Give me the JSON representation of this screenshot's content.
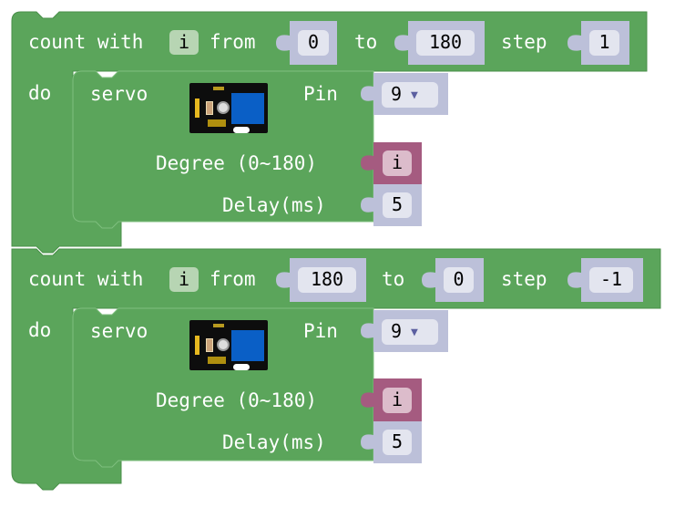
{
  "colors": {
    "loop_block": "#5ba55b",
    "loop_block_border": "#4a8f4a",
    "number_block": "#bcc0d9",
    "variable_block": "#a55b80",
    "field_bg": "#e3e5ef",
    "text": "#ffffff"
  },
  "blocks": [
    {
      "type": "controls_for",
      "label_count_with": "count with",
      "variable": "i",
      "label_from": "from",
      "from": "0",
      "label_to": "to",
      "to": "180",
      "label_step": "step",
      "step": "1",
      "label_do": "do",
      "body": {
        "type": "servo",
        "label": "servo",
        "image_icon": "servo-module-image",
        "label_pin": "Pin",
        "pin": "9",
        "label_degree": "Degree (0~180)",
        "degree_variable": "i",
        "label_delay": "Delay(ms)",
        "delay": "5"
      }
    },
    {
      "type": "controls_for",
      "label_count_with": "count with",
      "variable": "i",
      "label_from": "from",
      "from": "180",
      "label_to": "to",
      "to": "0",
      "label_step": "step",
      "step": "-1",
      "label_do": "do",
      "body": {
        "type": "servo",
        "label": "servo",
        "image_icon": "servo-module-image",
        "label_pin": "Pin",
        "pin": "9",
        "label_degree": "Degree (0~180)",
        "degree_variable": "i",
        "label_delay": "Delay(ms)",
        "delay": "5"
      }
    }
  ]
}
